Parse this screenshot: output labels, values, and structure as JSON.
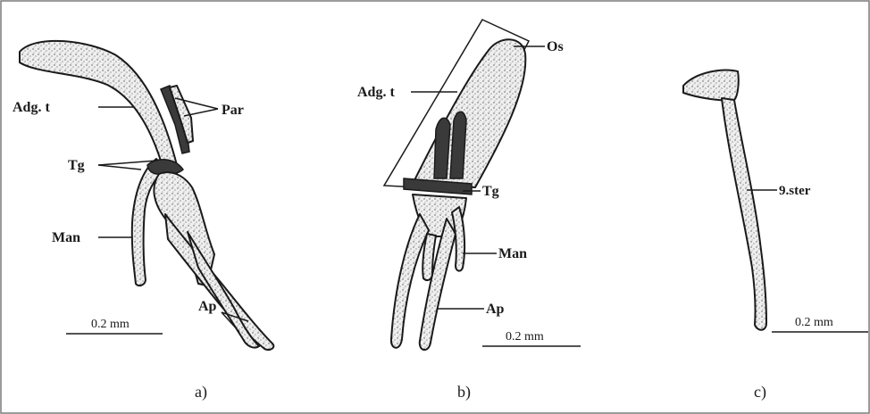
{
  "figure": {
    "panel_a": {
      "labels": {
        "adg_t": "Adg. t",
        "par": "Par",
        "tg": "Tg",
        "man": "Man",
        "ap": "Ap"
      },
      "scale": "0.2 mm",
      "caption": "a)"
    },
    "panel_b": {
      "labels": {
        "os": "Os",
        "adg_t": "Adg. t",
        "tg": "Tg",
        "man": "Man",
        "ap": "Ap"
      },
      "scale": "0.2 mm",
      "caption": "b)"
    },
    "panel_c": {
      "labels": {
        "ster": "9.ster"
      },
      "scale": "0.2 mm",
      "caption": "c)"
    }
  }
}
